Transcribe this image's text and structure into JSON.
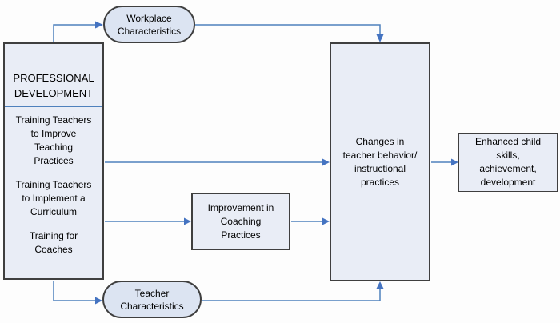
{
  "nodes": {
    "workplace": {
      "label": "Workplace\nCharacteristics"
    },
    "professional_development": {
      "title": "PROFESSIONAL\nDEVELOPMENT",
      "items": [
        "Training Teachers\nto Improve\nTeaching\nPractices",
        "Training Teachers\nto Implement a\nCurriculum",
        "Training for\nCoaches"
      ]
    },
    "improvement": {
      "label": "Improvement in\nCoaching\nPractices"
    },
    "changes": {
      "label": "Changes in\nteacher behavior/\ninstructional\npractices"
    },
    "enhanced": {
      "label": "Enhanced child\nskills,\nachievement,\ndevelopment"
    },
    "teacher": {
      "label": "Teacher\nCharacteristics"
    }
  },
  "edges": [
    {
      "from": "professional-development",
      "to": "workplace-characteristics"
    },
    {
      "from": "workplace-characteristics",
      "to": "changes-in-teacher-behavior"
    },
    {
      "from": "professional-development",
      "to": "changes-in-teacher-behavior"
    },
    {
      "from": "professional-development",
      "to": "improvement-in-coaching-practices"
    },
    {
      "from": "improvement-in-coaching-practices",
      "to": "changes-in-teacher-behavior"
    },
    {
      "from": "professional-development",
      "to": "teacher-characteristics"
    },
    {
      "from": "teacher-characteristics",
      "to": "changes-in-teacher-behavior"
    },
    {
      "from": "changes-in-teacher-behavior",
      "to": "enhanced-child-outcomes"
    }
  ],
  "colors": {
    "arrow_blue": "#4f81bd",
    "box_fill": "#e9edf6",
    "oval_fill": "#dce4f2",
    "border_dark": "#3f3f3f",
    "background": "#fdfdfd"
  }
}
